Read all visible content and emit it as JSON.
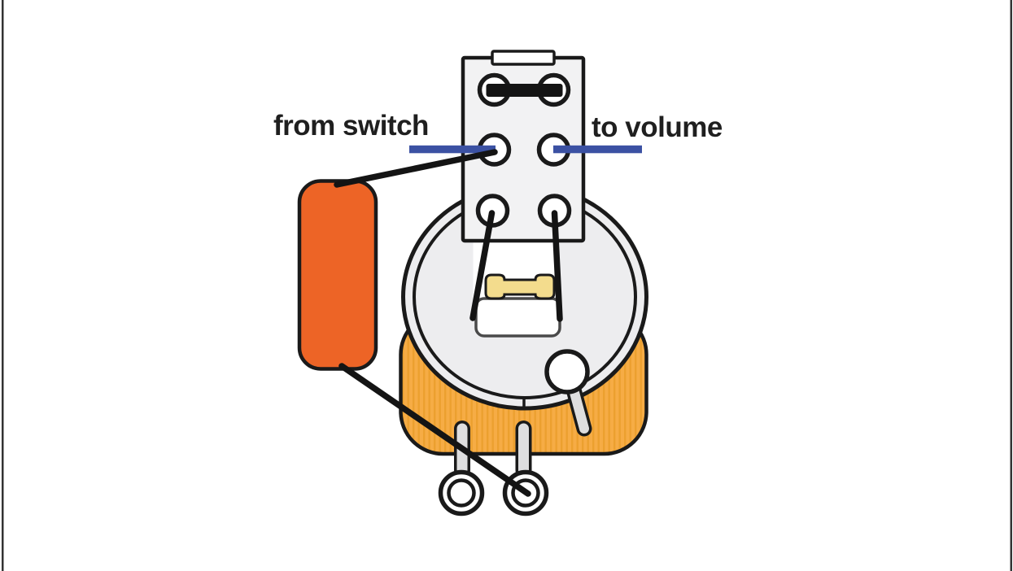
{
  "diagram": {
    "kind": "guitar tone potentiometer wiring diagram",
    "labels": {
      "from_switch": "from switch",
      "to_volume": "to volume"
    }
  },
  "colors": {
    "background": "#FFFFFF",
    "edge_border": "#333333",
    "outline": "#1A1A1A",
    "wire_black": "#141414",
    "wire_blue": "#3B51A3",
    "capacitor_orange": "#ED6426",
    "pot_base_amber": "#F6AC45",
    "pot_base_stripe": "#ECA02F",
    "pot_face_gray": "#EDEDEF",
    "switch_body_gray": "#F2F2F3",
    "resistor_yellow": "#F3DC8D",
    "metal_gray": "#DEDEDF",
    "housing_stroke": "#4A4A4A",
    "white": "#FFFFFF",
    "label_text": "#1F1F1F"
  }
}
